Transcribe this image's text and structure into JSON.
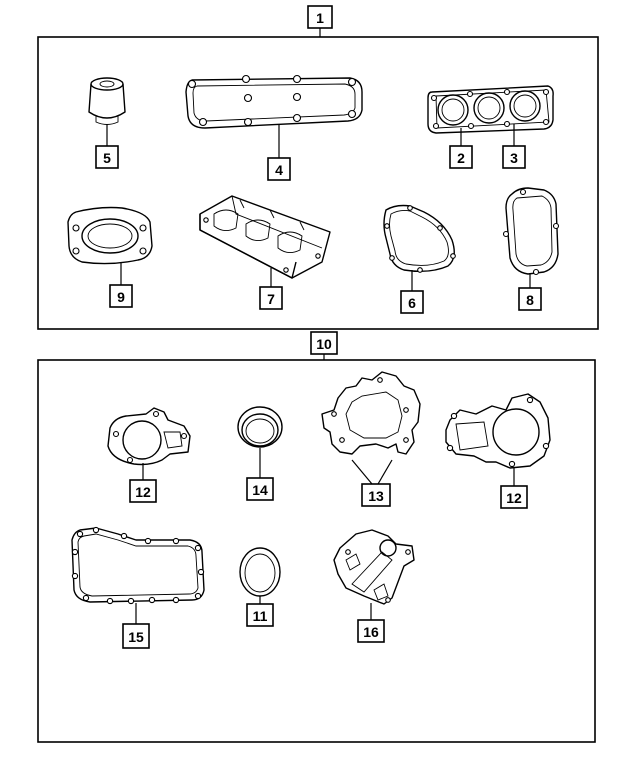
{
  "callouts": {
    "kit_upper": "1",
    "kit_lower": "10",
    "c2": "2",
    "c3": "3",
    "c4": "4",
    "c5": "5",
    "c6": "6",
    "c7": "7",
    "c8": "8",
    "c9": "9",
    "c11": "11",
    "c12a": "12",
    "c12b": "12",
    "c13": "13",
    "c14": "14",
    "c15": "15",
    "c16": "16"
  }
}
